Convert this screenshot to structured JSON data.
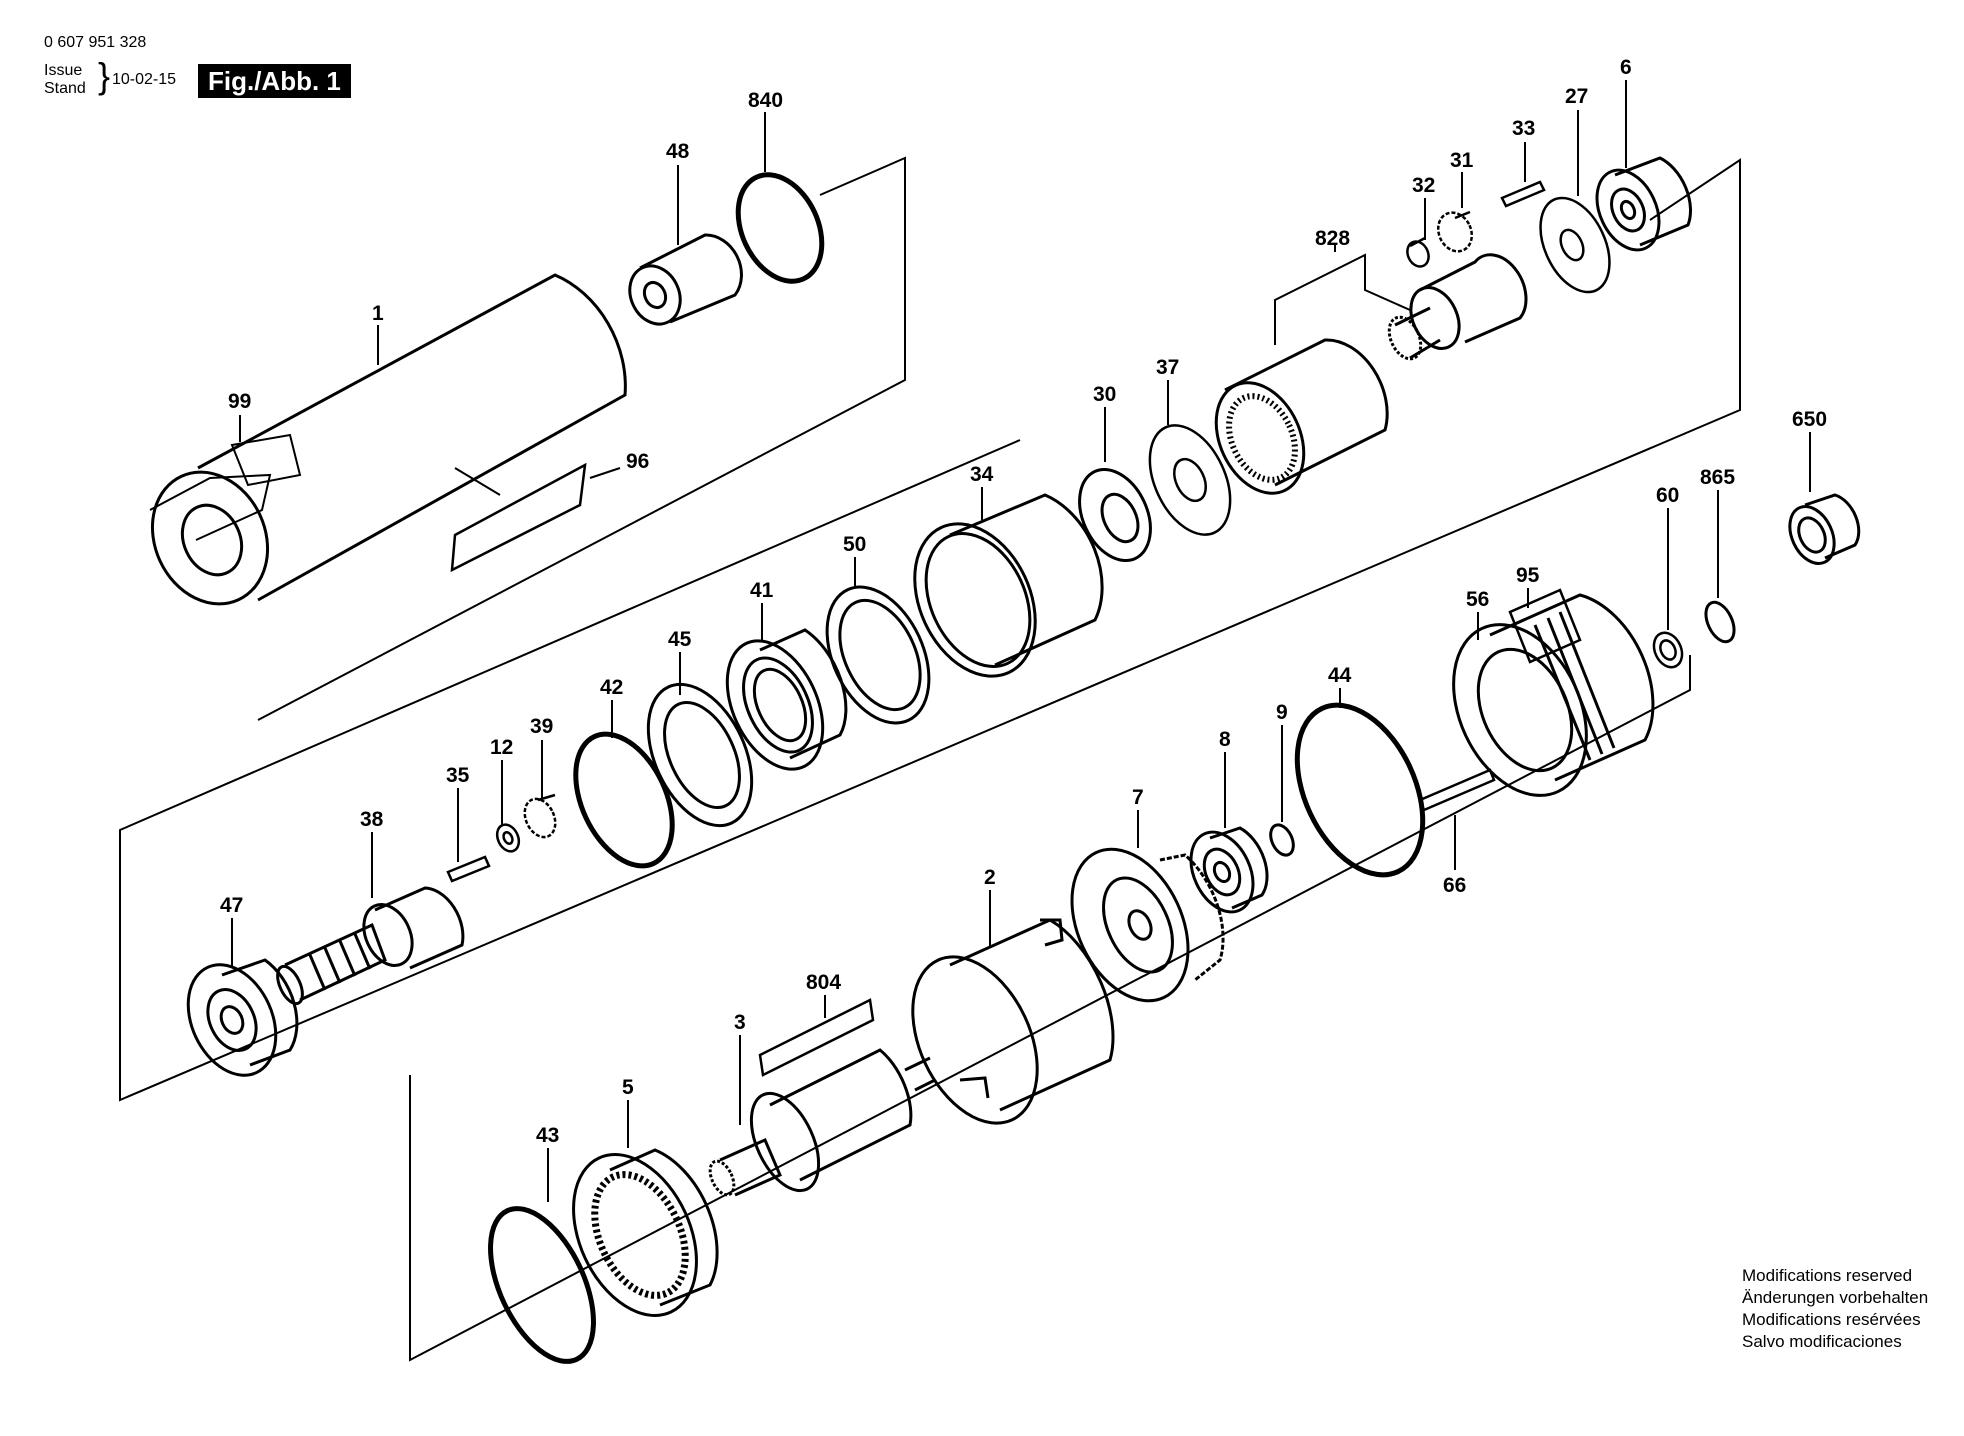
{
  "header": {
    "doc_number": "0 607 951 328",
    "issue_label": "Issue",
    "stand_label": "Stand",
    "date": "10-02-15",
    "figure_label": "Fig./Abb. 1"
  },
  "footer": {
    "lines": [
      "Modifications reserved",
      "Änderungen vorbehalten",
      "Modifications resérvées",
      "Salvo modificaciones"
    ]
  },
  "parts": {
    "p1": "1",
    "p99": "99",
    "p96": "96",
    "p48": "48",
    "p840": "840",
    "p828": "828",
    "p32": "32",
    "p31": "31",
    "p33": "33",
    "p27": "27",
    "p6": "6",
    "p37": "37",
    "p30": "30",
    "p34": "34",
    "p50": "50",
    "p41": "41",
    "p45": "45",
    "p42": "42",
    "p39": "39",
    "p12": "12",
    "p35": "35",
    "p38": "38",
    "p47": "47",
    "p650": "650",
    "p865": "865",
    "p60": "60",
    "p95": "95",
    "p56": "56",
    "p44": "44",
    "p9": "9",
    "p8": "8",
    "p7": "7",
    "p66": "66",
    "p2": "2",
    "p804": "804",
    "p3": "3",
    "p5": "5",
    "p43": "43"
  }
}
